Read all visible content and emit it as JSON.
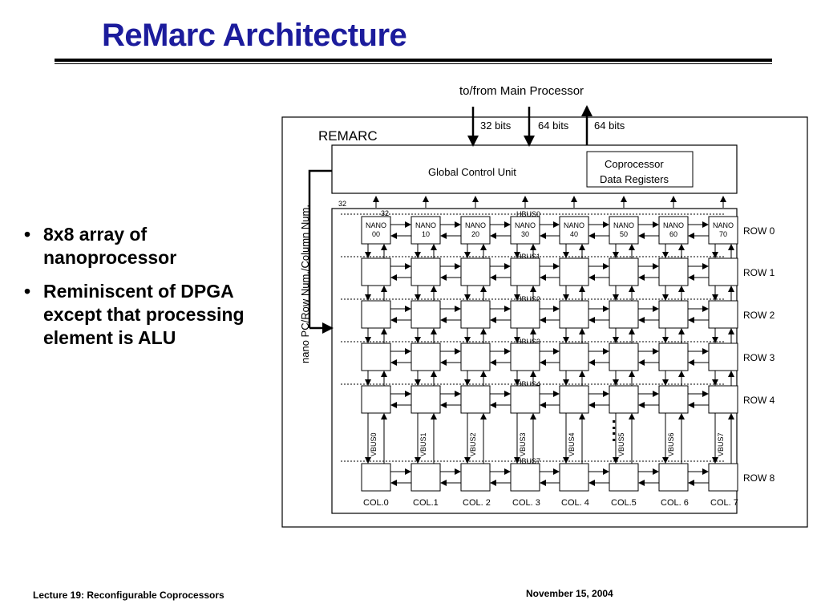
{
  "slide": {
    "title": "ReMarc Architecture",
    "bullets": [
      "8x8 array of nanoprocessor",
      "Reminiscent of DPGA except that processing element is ALU"
    ],
    "footer_left": "Lecture 19: Reconfigurable Coprocessors",
    "footer_right": "November 15, 2004"
  },
  "diagram": {
    "top_label": "to/from Main Processor",
    "io_bits": [
      "32 bits",
      "64 bits",
      "64 bits"
    ],
    "remarc_label": "REMARC",
    "global_control_unit": "Global Control Unit",
    "coprocessor_label_1": "Coprocessor",
    "coprocessor_label_2": "Data Registers",
    "side_label": "nano PC/Row Num./Column Num.",
    "bit_label_32": "32",
    "nano_word": "NANO",
    "nano_ids": [
      "00",
      "10",
      "20",
      "30",
      "40",
      "50",
      "60",
      "70"
    ],
    "hbus": [
      "HBUS0",
      "HBUS1",
      "HBUS2",
      "HBUS3",
      "HBUS4",
      "HBUS7"
    ],
    "vbus": [
      "VBUS0",
      "VBUS1",
      "VBUS2",
      "VBUS3",
      "VBUS4",
      "VBUS5",
      "VBUS6",
      "VBUS7"
    ],
    "rows": [
      "ROW 0",
      "ROW 1",
      "ROW 2",
      "ROW 3",
      "ROW 4",
      "ROW 8"
    ],
    "cols": [
      "COL.0",
      "COL.1",
      "COL. 2",
      "COL. 3",
      "COL. 4",
      "COL.5",
      "COL. 6",
      "COL. 7"
    ],
    "ellipsis": ":"
  }
}
